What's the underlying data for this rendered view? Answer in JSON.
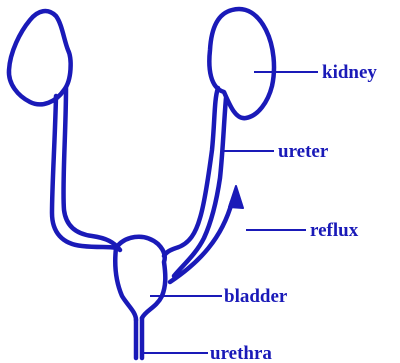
{
  "colors": {
    "ink": "#1a1ab8",
    "background": "#ffffff"
  },
  "labels": {
    "kidney": "kidney",
    "ureter": "ureter",
    "reflux": "reflux",
    "bladder": "bladder",
    "urethra": "urethra"
  }
}
